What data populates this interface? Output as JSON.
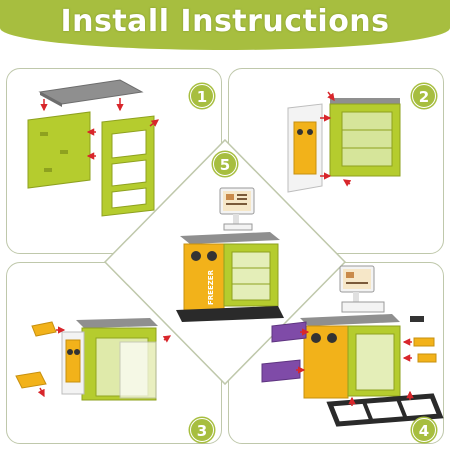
{
  "header": {
    "title": "Install Instructions"
  },
  "steps": [
    {
      "number": "1"
    },
    {
      "number": "2"
    },
    {
      "number": "3"
    },
    {
      "number": "4"
    },
    {
      "number": "5"
    }
  ],
  "product": {
    "side_label": "FREEZER"
  },
  "colors": {
    "brand_green": "#a7be3f",
    "unit_green": "#b5cc2e",
    "accent_yellow": "#f2b21a",
    "tray_purple": "#7f4ba8",
    "arrow_red": "#d8262b"
  }
}
